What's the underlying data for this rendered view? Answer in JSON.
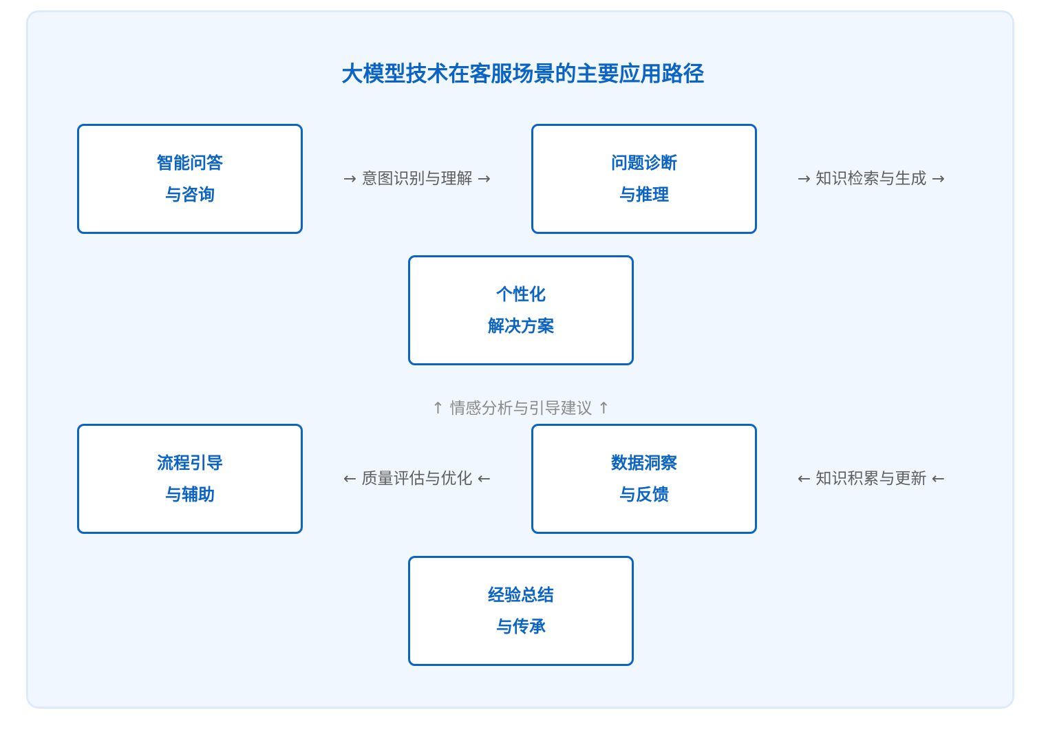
{
  "diagram": {
    "title": "大模型技术在客服场景的主要应用路径",
    "nodes": [
      {
        "id": "qa",
        "line1": "智能问答",
        "line2": "与咨询"
      },
      {
        "id": "diagnosis",
        "line1": "问题诊断",
        "line2": "与推理"
      },
      {
        "id": "personalized",
        "line1": "个性化",
        "line2": "解决方案"
      },
      {
        "id": "process",
        "line1": "流程引导",
        "line2": "与辅助"
      },
      {
        "id": "insight",
        "line1": "数据洞察",
        "line2": "与反馈"
      },
      {
        "id": "experience",
        "line1": "经验总结",
        "line2": "与传承"
      }
    ],
    "edges": [
      {
        "id": "intent",
        "label": "→ 意图识别与理解 →"
      },
      {
        "id": "retrieval",
        "label": "→ 知识检索与生成 →"
      },
      {
        "id": "sentiment",
        "label": "↑  情感分析与引导建议  ↑"
      },
      {
        "id": "quality",
        "label": "← 质量评估与优化 ←"
      },
      {
        "id": "knowledge",
        "label": "← 知识积累与更新 ←"
      }
    ]
  },
  "colors": {
    "accent": "#0b63c4",
    "panel_bg": "#f0f7fe",
    "panel_border": "#dcebfb",
    "label_text": "#5e5e5e",
    "muted_label_text": "#8a8a8a"
  }
}
